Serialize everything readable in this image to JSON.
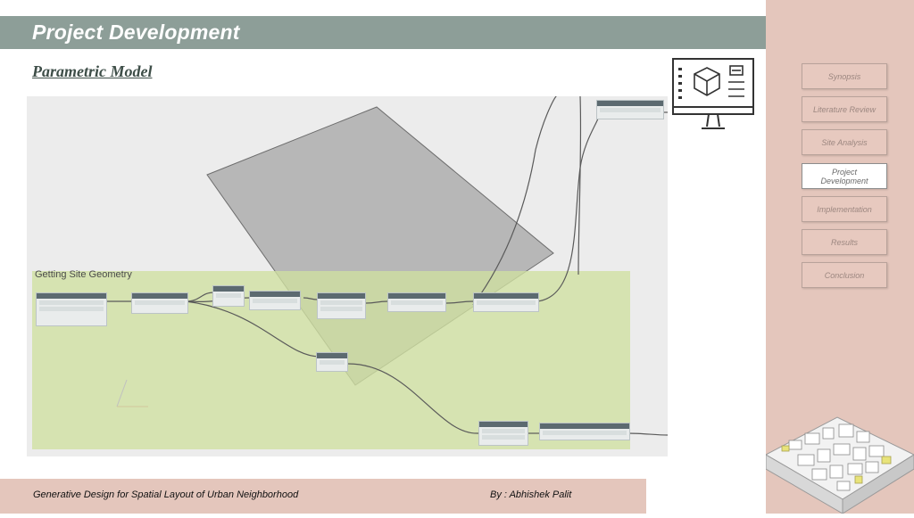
{
  "header": {
    "title": "Project Development"
  },
  "section": {
    "title": "Parametric Model"
  },
  "canvas": {
    "group_title": "Getting Site Geometry"
  },
  "nav": {
    "items": [
      {
        "label": "Synopsis",
        "active": false
      },
      {
        "label": "Literature Review",
        "active": false
      },
      {
        "label": "Site Analysis",
        "active": false
      },
      {
        "label": "Project Development",
        "active": true
      },
      {
        "label": "Implementation",
        "active": false
      },
      {
        "label": "Results",
        "active": false
      },
      {
        "label": "Conclusion",
        "active": false
      }
    ]
  },
  "footer": {
    "left": "Generative Design for Spatial Layout of Urban Neighborhood",
    "right": "By : Abhishek Palit"
  },
  "icons": {
    "monitor": "computer-monitor-cube-icon",
    "city": "isometric-city-model-icon"
  },
  "colors": {
    "header": "#8d9e98",
    "sidebar": "#e4c6bc",
    "group": "#d0e0a0",
    "active_nav": "#ffffff"
  }
}
